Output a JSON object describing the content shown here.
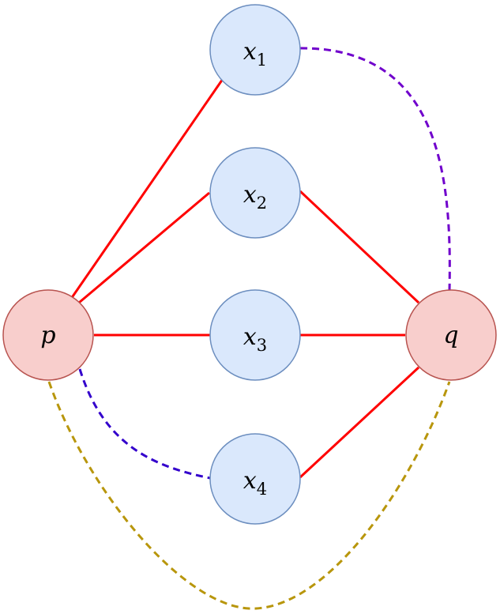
{
  "colors": {
    "red_edge": "#ff0000",
    "purple_dashed": "#7000cc",
    "blue_dashed": "#3300cc",
    "olive_dashed": "#b8960c",
    "red_node_fill": "#f8cecc",
    "red_node_stroke": "#b85450",
    "blue_node_fill": "#dae8fc",
    "blue_node_stroke": "#6c8ebf"
  },
  "nodes": {
    "p": {
      "label": "p"
    },
    "q": {
      "label": "q"
    },
    "x1": {
      "label": "x",
      "sub": "1"
    },
    "x2": {
      "label": "x",
      "sub": "2"
    },
    "x3": {
      "label": "x",
      "sub": "3"
    },
    "x4": {
      "label": "x",
      "sub": "4"
    }
  },
  "edges": [
    {
      "from": "p",
      "to": "x1",
      "style": "solid",
      "color": "red_edge"
    },
    {
      "from": "p",
      "to": "x2",
      "style": "solid",
      "color": "red_edge"
    },
    {
      "from": "p",
      "to": "x3",
      "style": "solid",
      "color": "red_edge"
    },
    {
      "from": "x2",
      "to": "q",
      "style": "solid",
      "color": "red_edge"
    },
    {
      "from": "x3",
      "to": "q",
      "style": "solid",
      "color": "red_edge"
    },
    {
      "from": "x4",
      "to": "q",
      "style": "solid",
      "color": "red_edge"
    },
    {
      "from": "x1",
      "to": "q",
      "style": "dashed",
      "color": "purple_dashed"
    },
    {
      "from": "p",
      "to": "x4",
      "style": "dashed",
      "color": "blue_dashed"
    },
    {
      "from": "p",
      "to": "q",
      "style": "dashed",
      "color": "olive_dashed"
    }
  ]
}
